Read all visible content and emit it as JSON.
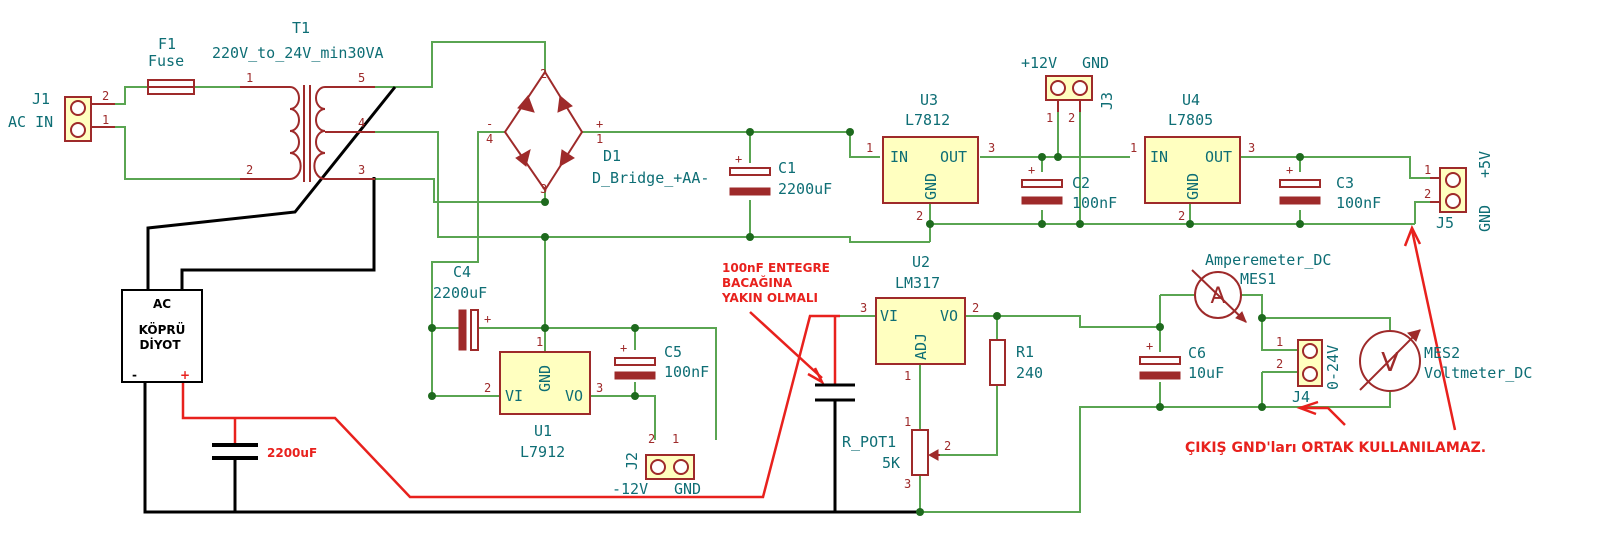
{
  "components": {
    "j1": {
      "ref": "J1",
      "value": "AC IN",
      "pin2": "2",
      "pin1": "1"
    },
    "f1": {
      "ref": "F1",
      "value": "Fuse"
    },
    "t1": {
      "ref": "T1",
      "value": "220V_to_24V_min30VA",
      "p1": "1",
      "p2": "2",
      "p3": "3",
      "p4": "4",
      "p5": "5"
    },
    "d1": {
      "ref": "D1",
      "value": "D_Bridge_+AA-",
      "p1": "1",
      "p2": "2",
      "p3": "3",
      "p4": "4",
      "plus": "+",
      "minus": "-",
      "ac1": "~",
      "ac2": "~"
    },
    "c1": {
      "ref": "C1",
      "value": "2200uF",
      "plus": "+"
    },
    "u3": {
      "ref": "U3",
      "value": "L7812",
      "in": "IN",
      "out": "OUT",
      "gnd": "GND",
      "p1": "1",
      "p2": "2",
      "p3": "3"
    },
    "j3": {
      "ref": "J3",
      "label_left": "+12V",
      "label_right": "GND",
      "p1": "1",
      "p2": "2"
    },
    "c2": {
      "ref": "C2",
      "value": "100nF",
      "plus": "+"
    },
    "u4": {
      "ref": "U4",
      "value": "L7805",
      "in": "IN",
      "out": "OUT",
      "gnd": "GND",
      "p1": "1",
      "p2": "2",
      "p3": "3"
    },
    "c3": {
      "ref": "C3",
      "value": "100nF",
      "plus": "+"
    },
    "j5": {
      "ref": "J5",
      "label_top": "+5V",
      "label_bottom": "GND",
      "p1": "1",
      "p2": "2"
    },
    "c4": {
      "ref": "C4",
      "value": "2200uF",
      "plus": "+"
    },
    "u1": {
      "ref": "U1",
      "value": "L7912",
      "vi": "VI",
      "vo": "VO",
      "gnd": "GND",
      "p1": "1",
      "p2": "2",
      "p3": "3"
    },
    "c5": {
      "ref": "C5",
      "value": "100nF",
      "plus": "+"
    },
    "j2": {
      "ref": "J2",
      "label_left": "-12V",
      "label_right": "GND",
      "p1": "1",
      "p2": "2"
    },
    "u2": {
      "ref": "U2",
      "value": "LM317",
      "vi": "VI",
      "vo": "VO",
      "adj": "ADJ",
      "p1": "1",
      "p2": "2",
      "p3": "3"
    },
    "r1": {
      "ref": "R1",
      "value": "240"
    },
    "rpot1": {
      "ref": "R_POT1",
      "value": "5K",
      "p1": "1",
      "p2": "2",
      "p3": "3"
    },
    "c6": {
      "ref": "C6",
      "value": "10uF",
      "plus": "+"
    },
    "mes1": {
      "ref": "MES1",
      "value": "Amperemeter_DC",
      "symbol": "A"
    },
    "mes2": {
      "ref": "MES2",
      "value": "Voltmeter_DC",
      "symbol": "V"
    },
    "j4": {
      "ref": "J4",
      "value": "0-24V",
      "p1": "1",
      "p2": "2"
    }
  },
  "annotations": {
    "bridge_box": {
      "line1": "AC",
      "line2": "KÖPRÜ",
      "line3": "DİYOT",
      "minus": "-",
      "plus": "+"
    },
    "cap_added": "2200uF",
    "note_cap_line1": "100nF ENTEGRE",
    "note_cap_line2": "BACAĞINA",
    "note_cap_line3": "YAKIN OLMALI",
    "note_gnd": "ÇIKIŞ GND'ları ORTAK KULLANILAMAZ."
  },
  "colors": {
    "wire": "#5aa552",
    "symbol": "#9e2a2a",
    "text": "#0e6e75",
    "note": "#e8211d",
    "overlay": "#000000",
    "ic_fill": "#ffffc0"
  }
}
